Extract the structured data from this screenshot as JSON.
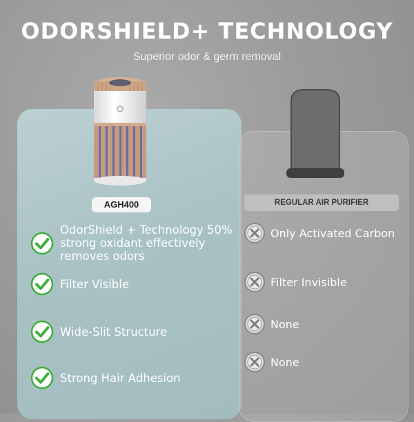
{
  "header": {
    "title": "ODORSHIELD+ TECHNOLOGY",
    "subtitle": "Superior odor & germ removal"
  },
  "left_panel": {
    "model_label": "AGH400",
    "features": [
      {
        "text": "OdorShield + Technology 50% strong oxidant effectively removes odors",
        "icon": "check-icon"
      },
      {
        "text": "Filter Visible",
        "icon": "check-icon"
      },
      {
        "text": "Wide-Slit Structure",
        "icon": "check-icon"
      },
      {
        "text": "Strong Hair Adhesion",
        "icon": "check-icon"
      }
    ]
  },
  "right_panel": {
    "model_label": "REGULAR AIR PURIFIER",
    "features": [
      {
        "text": "Only Activated Carbon",
        "icon": "x-icon"
      },
      {
        "text": "Filter Invisible",
        "icon": "x-icon"
      },
      {
        "text": "None",
        "icon": "x-icon"
      },
      {
        "text": "None",
        "icon": "x-icon"
      }
    ]
  },
  "colors": {
    "check_green": "#3fae3b",
    "x_grey": "#8a8a8a",
    "left_panel": "#abc3c6",
    "product_copper": "#c9a386"
  }
}
